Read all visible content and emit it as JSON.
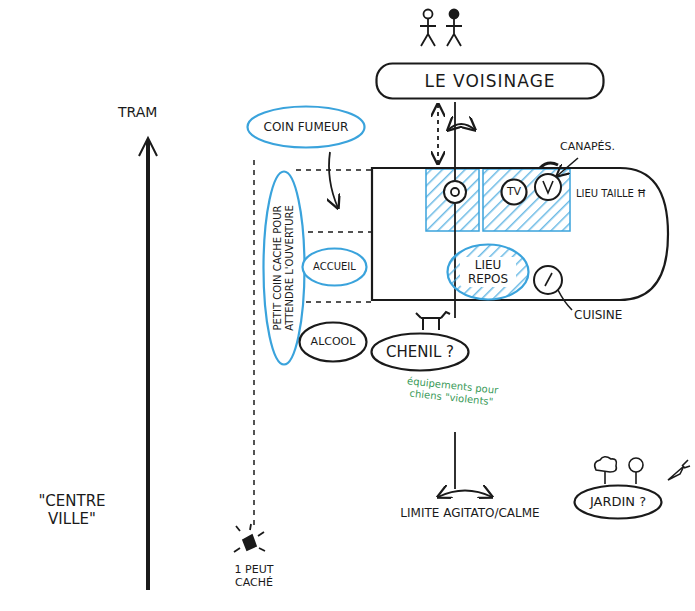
{
  "diagram": {
    "nodes": [
      {
        "text": [
          "LE VOISINAGE"
        ]
      },
      {
        "text": [
          "COIN FUMEUR"
        ]
      },
      {
        "text": [
          "TV"
        ]
      },
      {
        "text": [
          "PETIT COIN CACHE POUR ATTENDRE L'OUVERTURE"
        ]
      },
      {
        "text": [
          "ACCUEIL"
        ]
      },
      {
        "text": [
          "LIEU REPOS"
        ]
      },
      {
        "text": [
          "ALCOOL"
        ]
      },
      {
        "text": [
          "CHENIL ?"
        ]
      },
      {
        "text": [
          "JARDIN ?"
        ]
      }
    ],
    "labels": [
      "TRAM",
      "CANAPÉS.",
      "LIEU TAILLE Ħ",
      "CUISINE",
      "équipements pour chiens \"violents\"",
      "LIMITE AGITATO/CALME",
      "\"CENTRE VILLE\"",
      "1 PEUT CACHÉ"
    ]
  }
}
